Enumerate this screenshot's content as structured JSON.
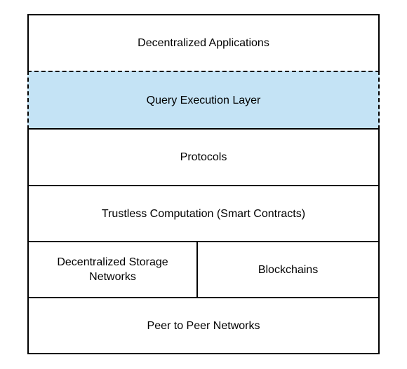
{
  "layers": {
    "decentralized_applications": "Decentralized Applications",
    "query_execution_layer": "Query Execution Layer",
    "protocols": "Protocols",
    "trustless_computation": "Trustless Computation (Smart Contracts)",
    "decentralized_storage_line1": "Decentralized Storage",
    "decentralized_storage_line2": "Networks",
    "blockchains": "Blockchains",
    "peer_to_peer": "Peer to Peer Networks"
  },
  "colors": {
    "highlight_fill": "#c4e3f5",
    "border": "#000000",
    "background": "#ffffff"
  }
}
